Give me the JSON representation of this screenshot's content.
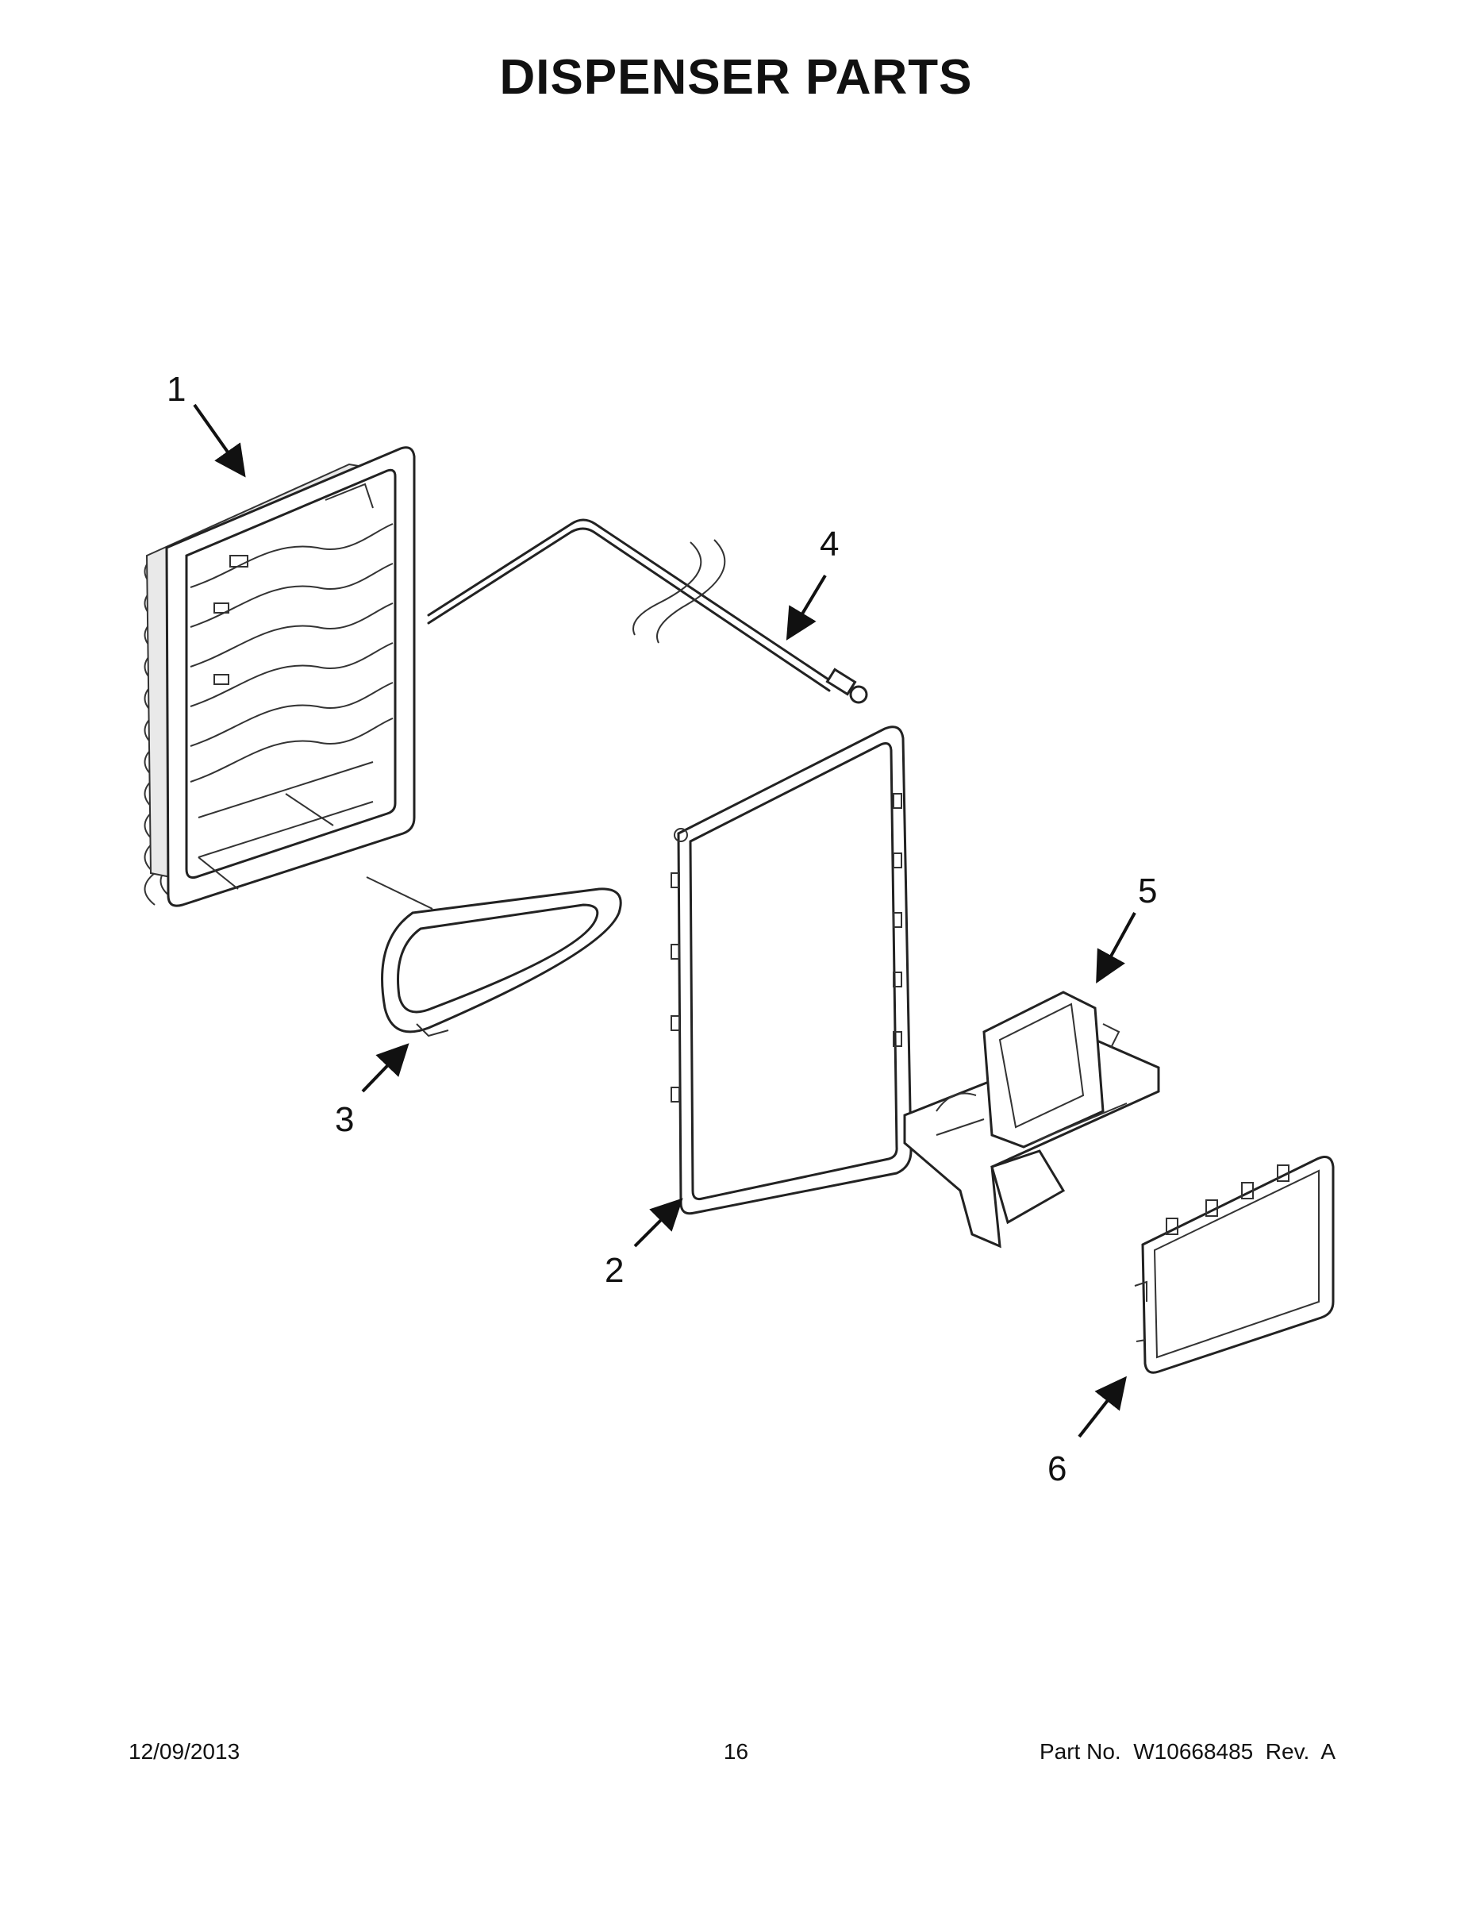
{
  "title": "DISPENSER PARTS",
  "callouts": [
    {
      "id": "1",
      "label": "1"
    },
    {
      "id": "2",
      "label": "2"
    },
    {
      "id": "3",
      "label": "3"
    },
    {
      "id": "4",
      "label": "4"
    },
    {
      "id": "5",
      "label": "5"
    },
    {
      "id": "6",
      "label": "6"
    }
  ],
  "footer": {
    "date": "12/09/2013",
    "page": "16",
    "part_number": "Part No.  W10668485  Rev.  A"
  }
}
